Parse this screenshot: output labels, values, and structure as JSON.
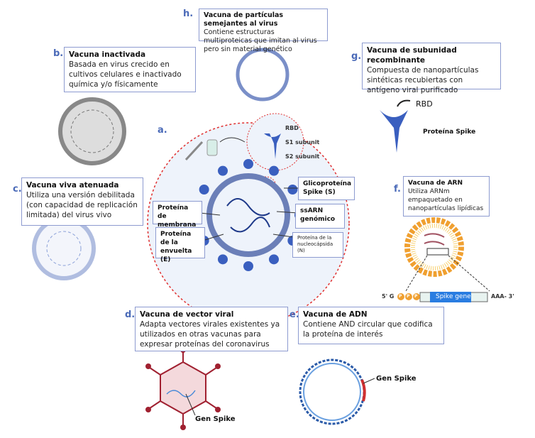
{
  "panels": {
    "a": {
      "letter": "a.",
      "callouts": {
        "membrane": "Proteína de membrana",
        "envelope": "Proteína de la envuelta (E)",
        "spike": "Glicoproteína Spike (S)",
        "ssrna": "ssARN genómico",
        "nucleocapsid": "Proteína de la nucleocápsida (N)",
        "rbd": "RBD",
        "s1": "S1 subunit",
        "s2": "S2 subunit"
      }
    },
    "b": {
      "letter": "b.",
      "title": "Vacuna inactivada",
      "text": "Basada en virus crecido en cultivos celulares e inactivado química y/o físicamente"
    },
    "c": {
      "letter": "c.",
      "title": "Vacuna viva atenuada",
      "text": "Utiliza una versión debilitada (con capacidad de replicación limitada) del virus vivo"
    },
    "d": {
      "letter": "d.",
      "title": "Vacuna de vector viral",
      "text": "Adapta vectores virales existentes ya utilizados en otras vacunas para expresar proteínas del coronavirus",
      "gene": "Gen Spike"
    },
    "e": {
      "letter": "e.",
      "title": "Vacuna de ADN",
      "text": "Contiene AND circular que codifica la proteína de interés",
      "gene": "Gen Spike"
    },
    "f": {
      "letter": "f.",
      "title": "Vacuna de ARN",
      "text": "Utiliza ARNm empaquetado en nanopartículas lipídicas",
      "five": "5' G",
      "p": "P",
      "gene": "Spike gene",
      "three": "AAA- 3'"
    },
    "g": {
      "letter": "g.",
      "title": "Vacuna de subunidad recombinante",
      "text": "Compuesta de nanopartículas sintéticas recubiertas con antígeno viral purificado",
      "rbd": "RBD",
      "spike": "Proteína Spike"
    },
    "h": {
      "letter": "h.",
      "title": "Vacuna de partículas semejantes al virus",
      "text": "Contiene estructuras multiproteicas que imitan al virus pero sin material genético"
    }
  },
  "colors": {
    "accent": "#4a6ab8",
    "spike": "#3a5fbf",
    "dashed": "#e03030",
    "lipid": "#f0a030",
    "gene": "#2a7de1"
  }
}
